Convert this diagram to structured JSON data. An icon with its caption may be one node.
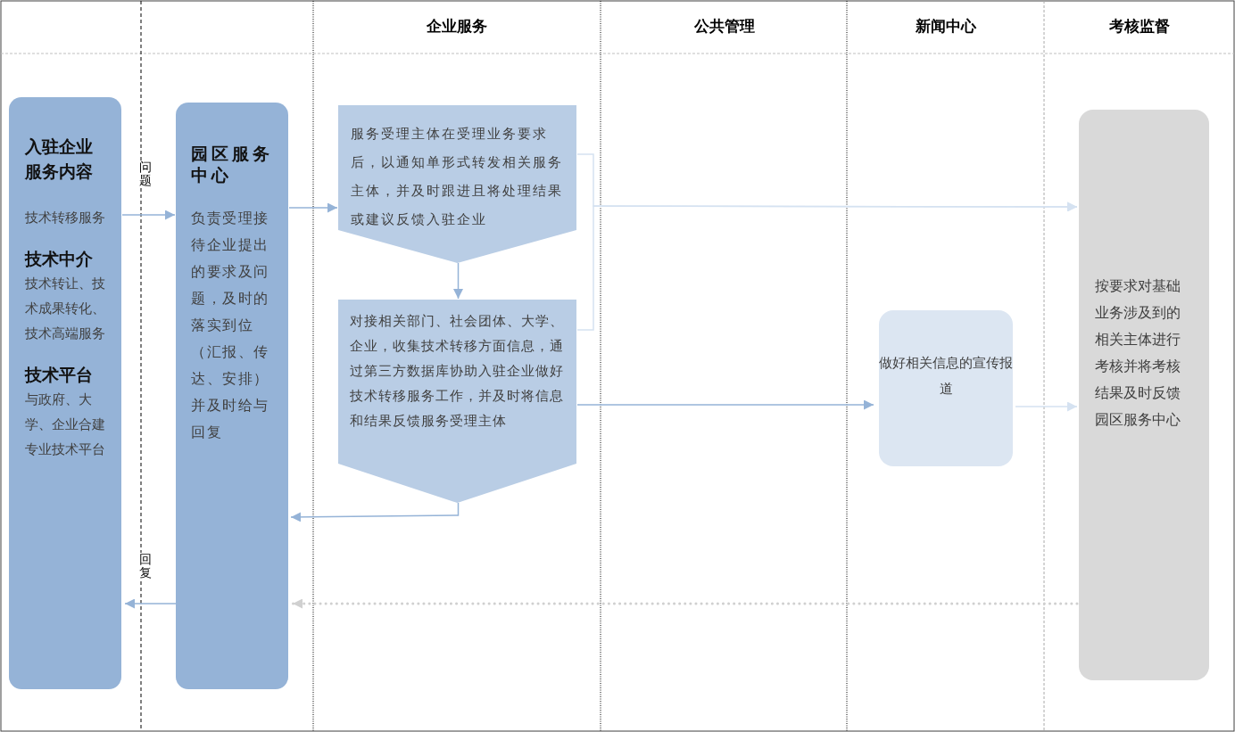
{
  "diagram": {
    "nodes": [
      {
        "text": [
          "入驻企业服务内容",
          "技术转移服务",
          "技术中介",
          "技术转让、技术成果转化、技术高端服务",
          "技术平台",
          "与政府、大学、企业合建专业技术平台"
        ]
      },
      {
        "text": [
          "园区服务中心",
          "负责受理接待企业提出的要求及问题，及时的落实到位（汇报、传达、安排）并及时给与回复"
        ]
      },
      {
        "text": [
          "服务受理主体在受理业务要求后，以通知单形式转发相关服务主体，并及时跟进且将处理结果或建议反馈入驻企业"
        ]
      },
      {
        "text": [
          "对接相关部门、社会团体、大学、企业，收集技术转移方面信息，通过第三方数据库协助入驻企业做好技术转移服务工作，并及时将信息和结果反馈服务受理主体"
        ]
      },
      {
        "text": [
          "做好相关信息的宣传报道"
        ]
      },
      {
        "text": [
          "按要求对基础业务涉及到的相关主体进行考核并将考核结果及时反馈园区服务中心"
        ]
      }
    ],
    "edges": [
      {
        "from": 0,
        "to": 1,
        "arrow": "to",
        "label": "问题"
      },
      {
        "from": 1,
        "to": 2,
        "arrow": "to"
      },
      {
        "from": 2,
        "to": 3,
        "arrow": "to"
      },
      {
        "from": 3,
        "to": 1,
        "arrow": "to"
      },
      {
        "from": 1,
        "to": 0,
        "arrow": "to",
        "label": "回复"
      },
      {
        "from": 5,
        "to": 1,
        "arrow": "to",
        "style": "dashed",
        "color": "#d0d0d0"
      },
      {
        "from": 2,
        "to": 5,
        "arrow": "to",
        "color": "#d5e2f1"
      },
      {
        "from": 3,
        "to": 5,
        "arrow": "to",
        "color": "#d5e2f1"
      },
      {
        "from": 3,
        "to": 4,
        "arrow": "to"
      },
      {
        "from": 4,
        "to": 5,
        "arrow": "to",
        "color": "#d5e2f1"
      }
    ],
    "labels": [
      "企业服务",
      "公共管理",
      "新闻中心",
      "考核监督"
    ]
  }
}
